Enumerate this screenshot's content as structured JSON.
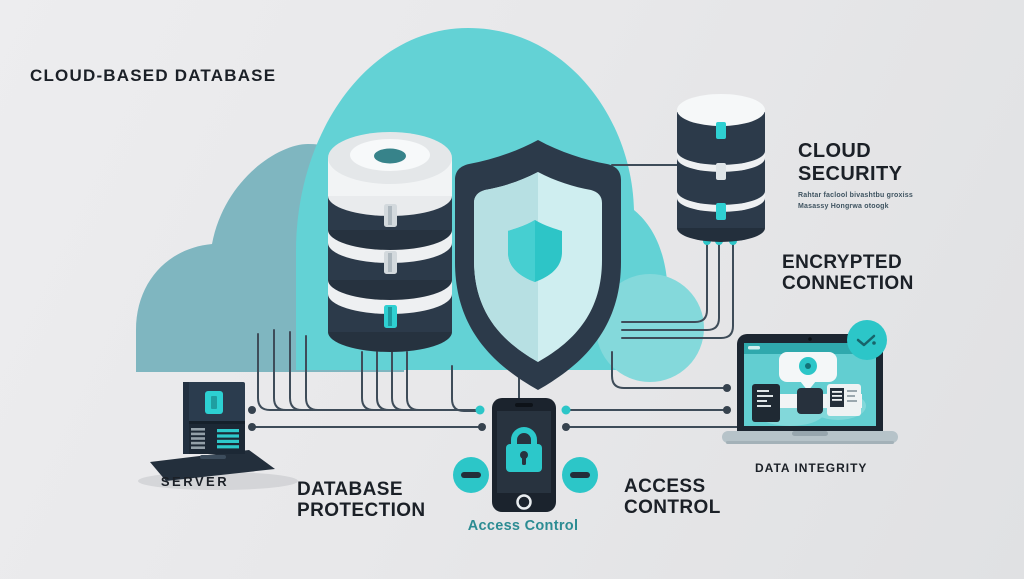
{
  "title": "CLOUD-BASED DATABASE",
  "labels": {
    "cloud_security": {
      "line1": "CLOUD",
      "line2": "SECURITY",
      "sub_line1": "Rahtar faclool bivashtbu groxiss",
      "sub_line2": "Masassy Hongrwa otoogk"
    },
    "encrypted_connection": {
      "line1": "ENCRYPTED",
      "line2": "CONNECTION"
    },
    "database_protection": {
      "line1": "DATABASE",
      "line2": "PROTECTION"
    },
    "access_control": {
      "line1": "ACCESS",
      "line2": "CONTROL"
    },
    "server": "SERVER",
    "data_integrity": "DATA INTEGRITY",
    "access_control_caption": "Access Control"
  },
  "icons": [
    "cloud-icon",
    "primary-database-icon",
    "secondary-database-icon",
    "shield-icon",
    "inner-shield-icon",
    "lock-icon",
    "smartphone-icon",
    "server-icon",
    "laptop-icon",
    "verified-badge-icon",
    "remove-badge-left-icon",
    "remove-badge-right-icon",
    "connection-lines"
  ],
  "colors": {
    "background": "#e8e8ea",
    "accent_teal": "#2cc6c8",
    "cloud_bright": "#63d2d5",
    "cloud_muted": "#7fb6c0",
    "navy": "#2c3a4a",
    "line": "#3e4c59",
    "caption_teal": "#2c8c93",
    "text": "#1b2027"
  }
}
